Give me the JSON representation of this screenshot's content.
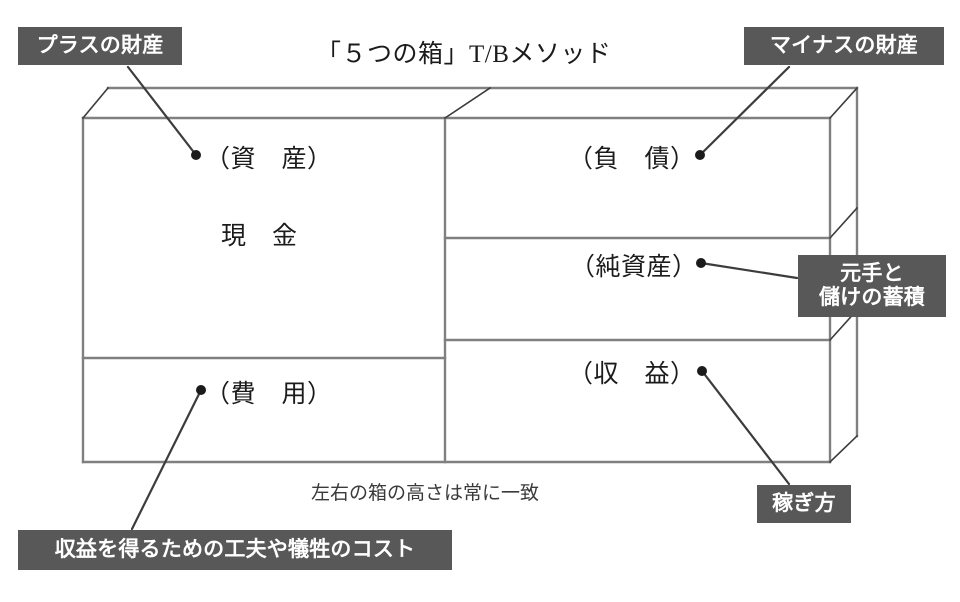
{
  "diagram": {
    "title": "「５つの箱」T/Bメソッド",
    "footnote": "左右の箱の高さは常に一致",
    "type": "3d-box-accounting-diagram",
    "boxes": {
      "left_column": [
        {
          "id": "assets",
          "label": "（資　産）",
          "sub_label": "現　金"
        },
        {
          "id": "expenses",
          "label": "（費　用）",
          "sub_label": ""
        }
      ],
      "right_column": [
        {
          "id": "liabilities",
          "label": "（負　債）"
        },
        {
          "id": "net_assets",
          "label": "（純資産）"
        },
        {
          "id": "revenue",
          "label": "（収　益）"
        }
      ]
    },
    "cell_text": {
      "assets": "（資　産）",
      "cash": "現　金",
      "expenses": "（費　用）",
      "liabilities": "（負　債）",
      "net_assets": "（純資産）",
      "revenue": "（収　益）"
    },
    "callouts": [
      {
        "id": "plus-assets",
        "text": "プラスの財産",
        "points_to": "assets"
      },
      {
        "id": "minus-assets",
        "text": "マイナスの財産",
        "points_to": "liabilities"
      },
      {
        "id": "capital",
        "line1": "元手と",
        "line2": "儲けの蓄積",
        "points_to": "net_assets"
      },
      {
        "id": "earning-way",
        "text": "稼ぎ方",
        "points_to": "revenue"
      },
      {
        "id": "cost",
        "text": "収益を得るための工夫や犠牲のコスト",
        "points_to": "expenses"
      }
    ],
    "colors": {
      "callout_background": "#585858",
      "callout_text": "#ffffff",
      "box_stroke": "#808080",
      "leader_stroke": "#3c3c3c",
      "text": "#1b1b1b",
      "page_background": "#ffffff"
    }
  }
}
